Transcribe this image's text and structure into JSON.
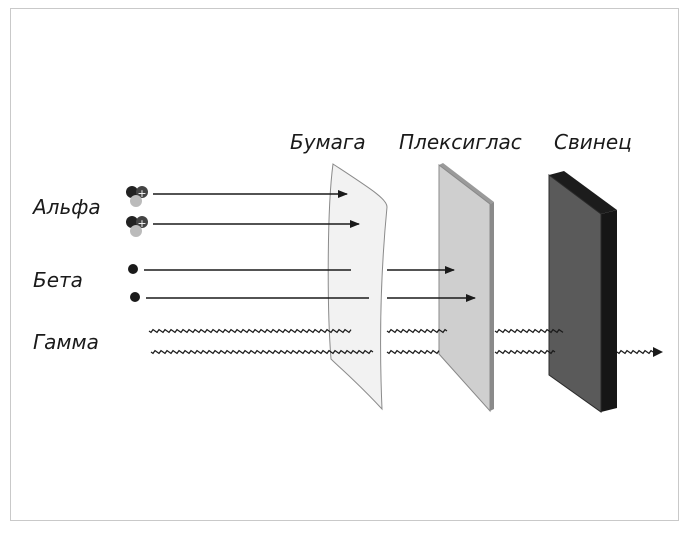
{
  "materials": {
    "paper": "Бумага",
    "plexiglass": "Плексиглас",
    "lead": "Свинец"
  },
  "radiation": {
    "alpha": "Альфа",
    "beta": "Бета",
    "gamma": "Гамма"
  },
  "particle_symbols": {
    "plus": "+"
  },
  "colors": {
    "frame_border": "#c9c9c9",
    "ink": "#1a1a1a",
    "paper_fill": "#f2f2f2",
    "plexiglass_fill": "#cfcfcf",
    "lead_fill": "#5a5a5a",
    "lead_edge": "#161616"
  }
}
